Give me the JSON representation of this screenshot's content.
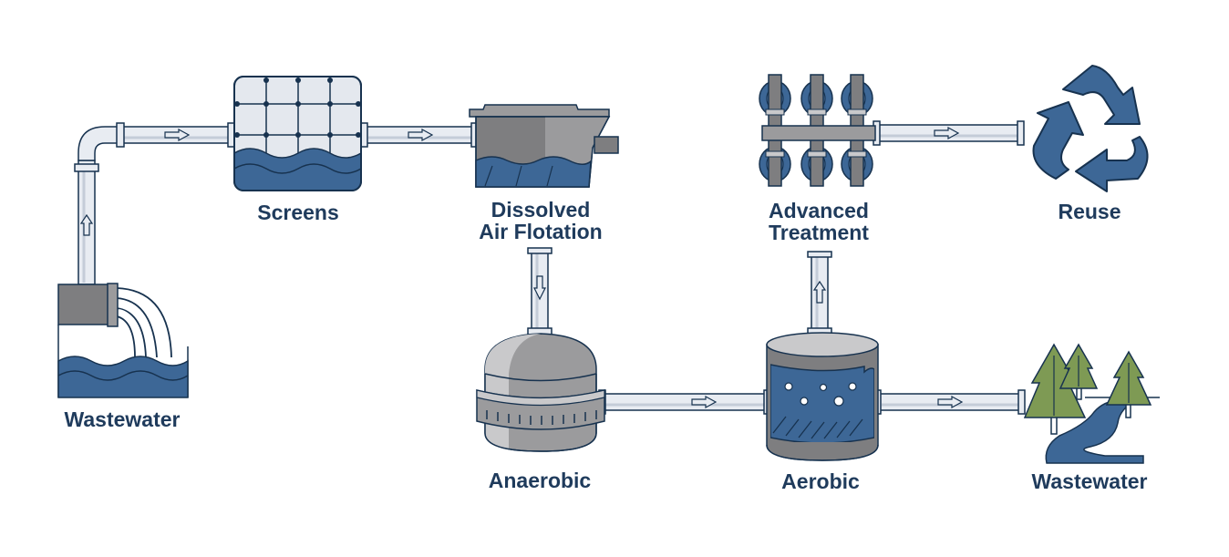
{
  "colors": {
    "navy": "#1f3b5c",
    "outline": "#17324f",
    "water": "#3d6796",
    "water_light": "#5a84b3",
    "gray": "#9b9b9d",
    "gray_dark": "#7e7e80",
    "gray_light": "#c9c9cb",
    "pipe": "#e8ecf2",
    "pipe_stripe": "#c4ccd8",
    "tree": "#7e9a54",
    "screen": "#e4e8ee"
  },
  "nodes": [
    {
      "id": "wastewater_in",
      "label": "Wastewater",
      "icon": "wastewater-outfall-icon"
    },
    {
      "id": "screens",
      "label": "Screens",
      "icon": "screen-filter-icon"
    },
    {
      "id": "daf",
      "label_lines": [
        "Dissolved",
        "Air Flotation"
      ],
      "icon": "flotation-tank-icon"
    },
    {
      "id": "anaerobic",
      "label": "Anaerobic",
      "icon": "anaerobic-digester-icon"
    },
    {
      "id": "aerobic",
      "label": "Aerobic",
      "icon": "aerobic-tank-icon"
    },
    {
      "id": "advanced",
      "label_lines": [
        "Advanced",
        "Treatment"
      ],
      "icon": "membrane-filter-icon"
    },
    {
      "id": "reuse",
      "label": "Reuse",
      "icon": "recycle-icon"
    },
    {
      "id": "wastewater_out",
      "label": "Wastewater",
      "icon": "river-trees-icon"
    }
  ],
  "flows": [
    {
      "from": "wastewater_in",
      "to": "screens",
      "arrow": "arrow-right-icon"
    },
    {
      "from": "screens",
      "to": "daf",
      "arrow": "arrow-right-icon"
    },
    {
      "from": "daf",
      "to": "anaerobic",
      "arrow": "arrow-down-icon"
    },
    {
      "from": "anaerobic",
      "to": "aerobic",
      "arrow": "arrow-right-icon"
    },
    {
      "from": "aerobic",
      "to": "advanced",
      "arrow": "arrow-up-icon"
    },
    {
      "from": "advanced",
      "to": "reuse",
      "arrow": "arrow-right-icon"
    },
    {
      "from": "aerobic",
      "to": "wastewater_out",
      "arrow": "arrow-right-icon"
    }
  ]
}
